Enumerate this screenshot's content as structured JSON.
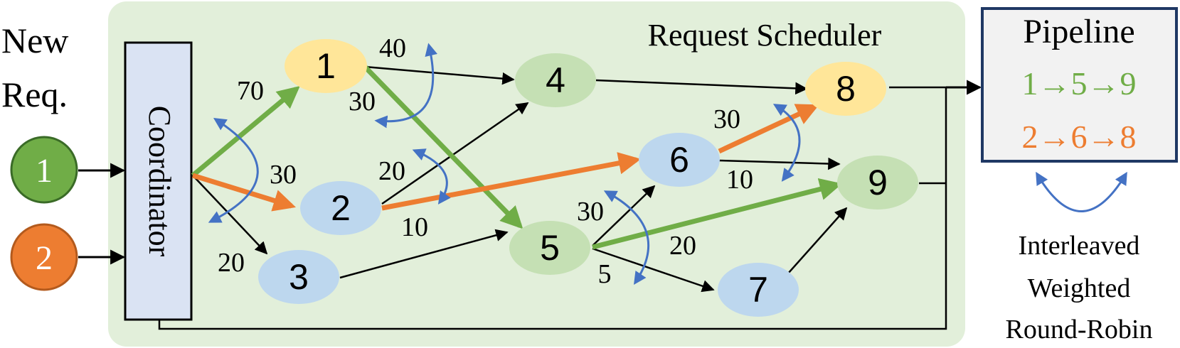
{
  "new_request": {
    "line1": "New",
    "line2": "Req.",
    "requests": [
      "1",
      "2"
    ]
  },
  "coordinator_label": "Coordinator",
  "scheduler_title": "Request Scheduler",
  "nodes": [
    "1",
    "2",
    "3",
    "4",
    "5",
    "6",
    "7",
    "8",
    "9"
  ],
  "weights": {
    "c_to_1": "70",
    "c_to_2": "30",
    "c_to_3": "20",
    "n1_to_4": "40",
    "n1_to_5": "30",
    "n2_to_4": "20",
    "n2_to_6": "10",
    "n5_to_6": "30",
    "n5_to_9": "20",
    "n5_to_7": "5",
    "n6_to_8": "30",
    "n6_to_9": "10"
  },
  "pipeline": {
    "title": "Pipeline",
    "route1": "1→5→9",
    "route2": "2→6→8"
  },
  "legend": {
    "line1": "Interleaved",
    "line2": "Weighted",
    "line3": "Round-Robin"
  },
  "colors": {
    "green": "#70ad47",
    "orange": "#ed7d31",
    "blue_arrow": "#4472c4",
    "yellow_node": "#ffe699",
    "green_node": "#c5e0b4",
    "blue_node": "#bdd7ee",
    "panel": "#e2efda",
    "coordinator": "#dae3f3",
    "pipeline_box": "#f2f2f2",
    "req_green": "#70ad47",
    "req_orange": "#ed7d31"
  }
}
